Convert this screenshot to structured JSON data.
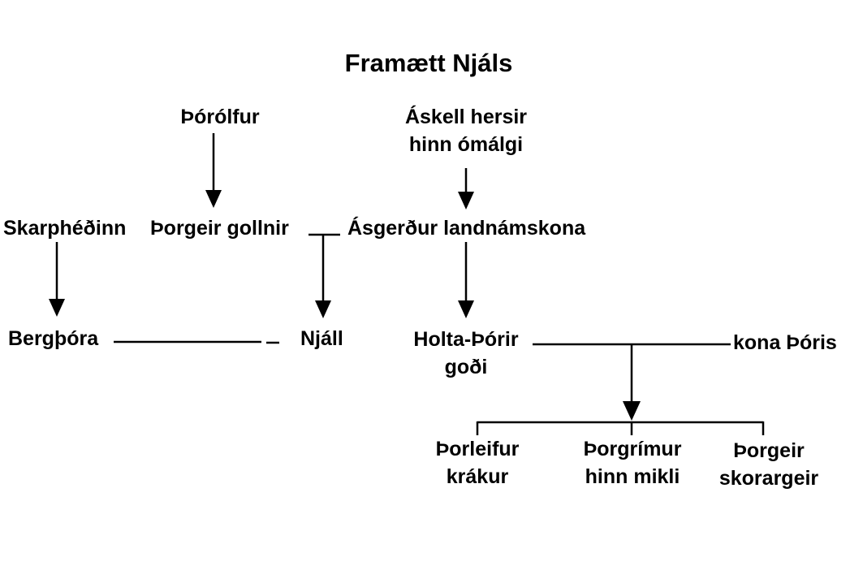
{
  "title": "Framætt Njáls",
  "nodes": {
    "thorolfur": "Þórólfur",
    "askell_1": "Áskell hersir",
    "askell_2": "hinn ómálgi",
    "skarphedinn": "Skarphéðinn",
    "thorgeir_gollnir": "Þorgeir gollnir",
    "asgerdur": "Ásgerður landnámskona",
    "bergthora": "Bergþóra",
    "njall": "Njáll",
    "holta_thorir_1": "Holta-Þórir",
    "holta_thorir_2": "goði",
    "kona_thoris": "kona Þóris",
    "thorleifur_1": "Þorleifur",
    "thorleifur_2": "krákur",
    "thorgrimur_1": "Þorgrímur",
    "thorgrimur_2": "hinn mikli",
    "thorgeir_sk_1": "Þorgeir",
    "thorgeir_sk_2": "skorargeir"
  },
  "colors": {
    "ink": "#000000",
    "background": "#ffffff"
  }
}
